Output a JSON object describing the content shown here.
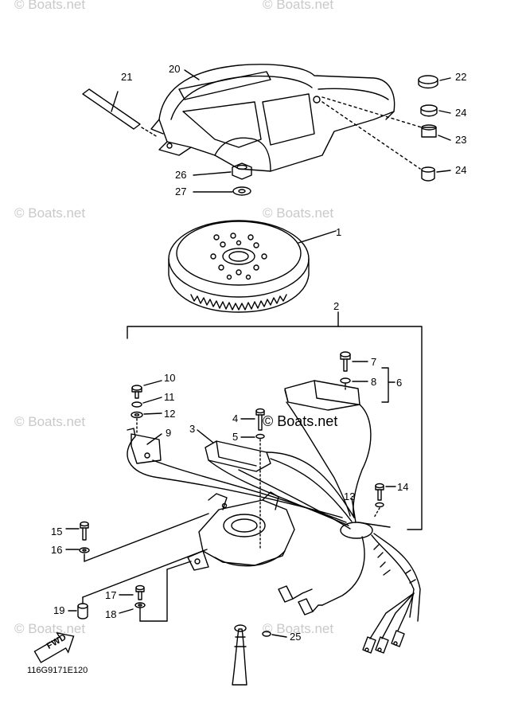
{
  "watermark": "© Boats.net",
  "watermark_center": "© Boats.net",
  "diagram_code": "116G9171E120",
  "fwd_label": "FWD",
  "callouts": {
    "p1": "1",
    "p2": "2",
    "p3": "3",
    "p4": "4",
    "p5": "5",
    "p6": "6",
    "p7": "7",
    "p8": "8",
    "p9": "9",
    "p10": "10",
    "p11": "11",
    "p12": "12",
    "p13": "13",
    "p14": "14",
    "p15": "15",
    "p16": "16",
    "p17": "17",
    "p18": "18",
    "p19": "19",
    "p20": "20",
    "p21": "21",
    "p22": "22",
    "p23": "23",
    "p24a": "24",
    "p24b": "24",
    "p25": "25",
    "p26": "26",
    "p27": "27"
  }
}
